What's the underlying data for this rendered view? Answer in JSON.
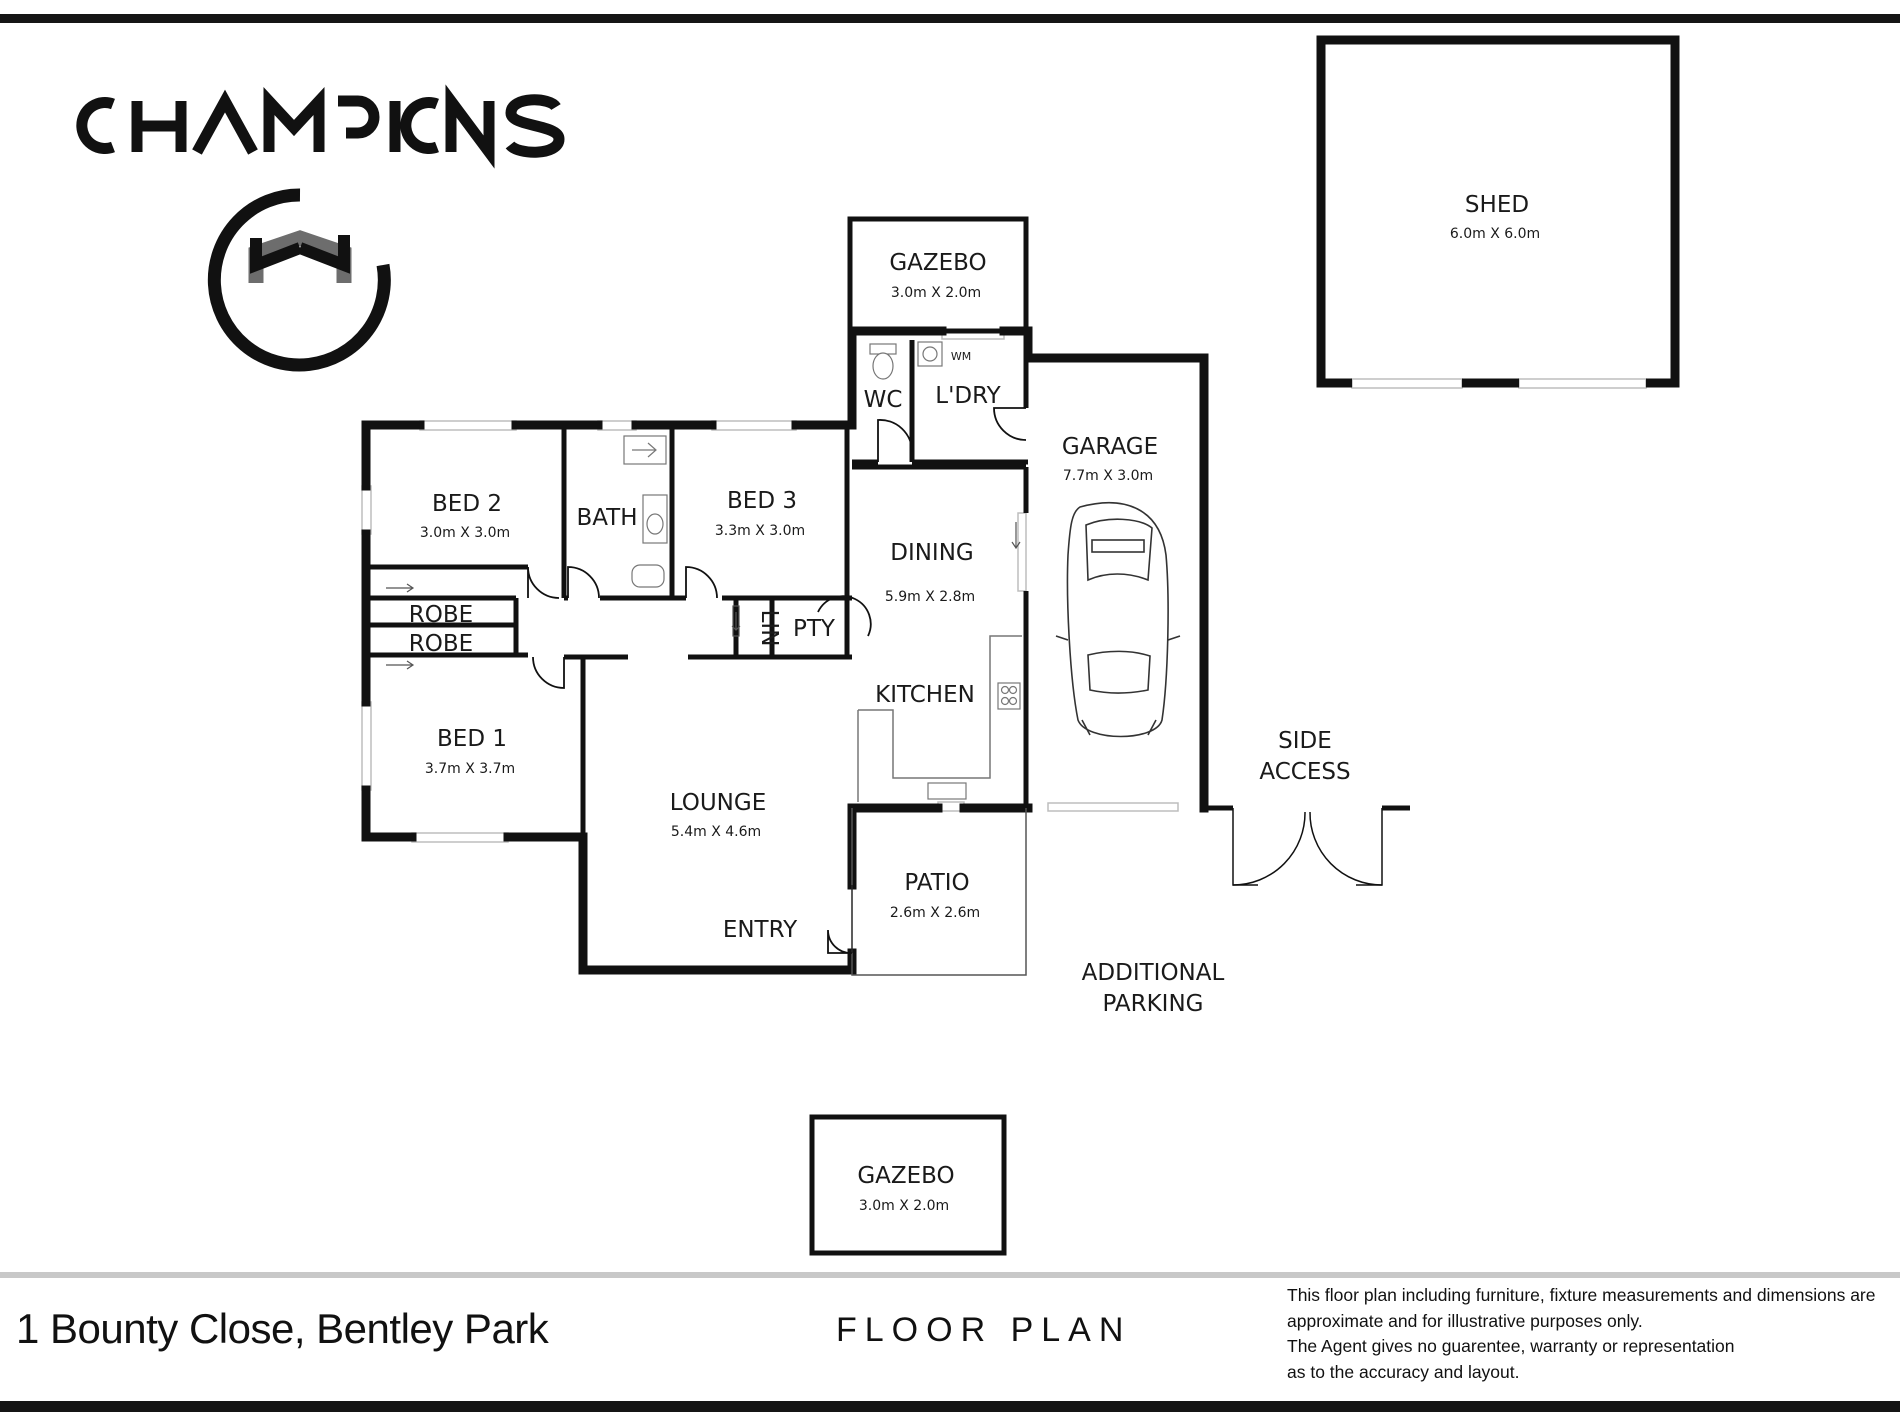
{
  "brand": {
    "name": "CHAMPIONS"
  },
  "rooms": [
    {
      "id": "bed2",
      "name": "BED 2",
      "dims": "3.0m X 3.0m"
    },
    {
      "id": "bed3",
      "name": "BED 3",
      "dims": "3.3m X 3.0m"
    },
    {
      "id": "bed1",
      "name": "BED 1",
      "dims": "3.7m X 3.7m"
    },
    {
      "id": "lounge",
      "name": "LOUNGE",
      "dims": "5.4m X 4.6m"
    },
    {
      "id": "dining",
      "name": "DINING",
      "dims": "5.9m X 2.8m"
    },
    {
      "id": "garage",
      "name": "GARAGE",
      "dims": "7.7m X 3.0m"
    },
    {
      "id": "patio",
      "name": "PATIO",
      "dims": "2.6m X 2.6m"
    },
    {
      "id": "gazebo_top",
      "name": "GAZEBO",
      "dims": "3.0m X 2.0m"
    },
    {
      "id": "gazebo_bottom",
      "name": "GAZEBO",
      "dims": "3.0m X 2.0m"
    },
    {
      "id": "shed",
      "name": "SHED",
      "dims": "6.0m X 6.0m"
    }
  ],
  "labels": {
    "bath": "BATH",
    "robe_top": "ROBE",
    "robe_bottom": "ROBE",
    "lin": "LIN",
    "pty": "PTY",
    "wc": "WC",
    "ldry": "L'DRY",
    "wm": "WM",
    "kitchen": "KITCHEN",
    "entry": "ENTRY",
    "side_access_1": "SIDE",
    "side_access_2": "ACCESS",
    "additional_parking_1": "ADDITIONAL",
    "additional_parking_2": "PARKING"
  },
  "footer": {
    "address": "1 Bounty Close, Bentley Park",
    "title": "FLOOR PLAN",
    "disclaimer": [
      "This floor plan including furniture, fixture measurements and dimensions are",
      "approximate and for illustrative purposes only.",
      "The Agent gives no guarentee, warranty or representation",
      "as to the accuracy and layout."
    ]
  },
  "colors": {
    "ink": "#1a1a1a",
    "window": "#c9c9c9",
    "logo_grey": "#6d6d6d",
    "rule_grey": "#c8c8c8"
  }
}
